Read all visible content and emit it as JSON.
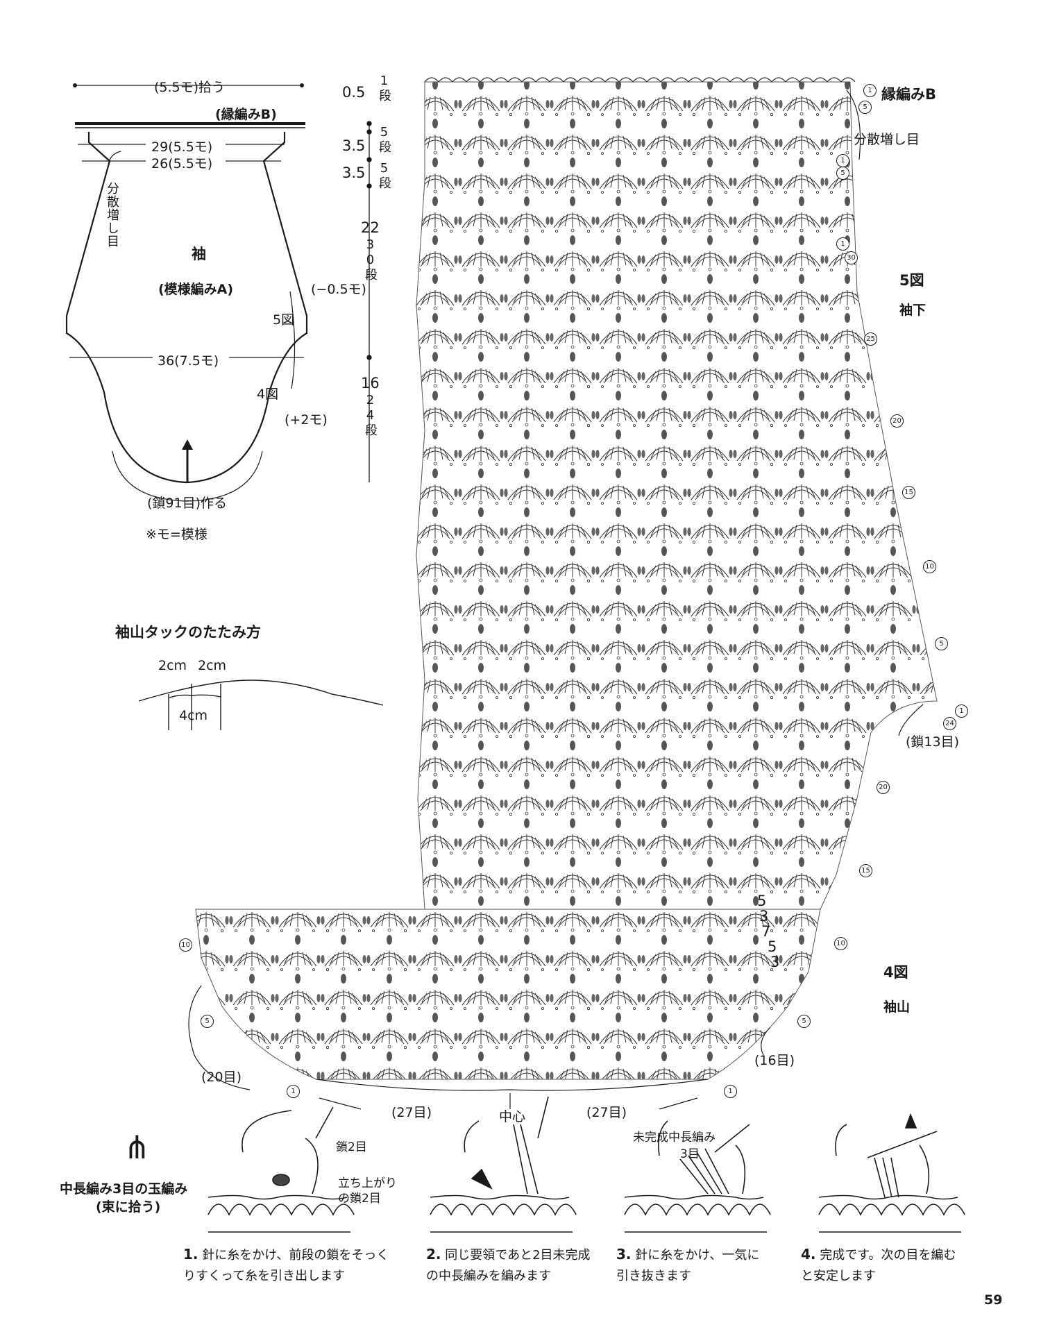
{
  "schematic": {
    "top_pickup": "(5.5モ)拾う",
    "border_label": "(縁編みB)",
    "width_top": "29(5.5モ)",
    "width_second": "26(5.5モ)",
    "increase_label": "分散増し目",
    "piece_title": "袖",
    "piece_pattern": "(模様編みA)",
    "fig5_ref": "5図",
    "decrease_side": "(−0.5モ)",
    "width_mid": "36(7.5モ)",
    "fig4_ref": "4図",
    "increase_side": "(+2モ)",
    "chain_start": "(鎖91目)作る",
    "footnote": "※モ=模様"
  },
  "measurements": [
    {
      "cm": "0.5",
      "rows": "1段"
    },
    {
      "cm": "3.5",
      "rows": "5段"
    },
    {
      "cm": "3.5",
      "rows": "5段"
    },
    {
      "cm": "22",
      "rows": "30段"
    },
    {
      "cm": "16",
      "rows": "24段"
    }
  ],
  "tuck": {
    "title": "袖山タックのたたみ方",
    "left": "2cm",
    "right": "2cm",
    "bottom": "4cm"
  },
  "chart": {
    "border_b": "縁編みB",
    "increase": "分散増し目",
    "fig5_title": "5図",
    "fig5_sub": "袖下",
    "fig4_title": "4図",
    "fig4_sub": "袖山",
    "chain13": "(鎖13目)",
    "stitch20": "(20目)",
    "stitch16": "(16目)",
    "stitch27_left": "(27目)",
    "center": "中心",
    "stitch27_right": "(27目)",
    "side_numbers": [
      "5",
      "3",
      "7",
      "5",
      "3"
    ],
    "row_markers_right": [
      "1",
      "5",
      "1",
      "5",
      "1",
      "30",
      "25",
      "20",
      "15",
      "10",
      "5",
      "1",
      "24",
      "20",
      "15",
      "10",
      "5",
      "1"
    ],
    "row_markers_left": [
      "10",
      "5",
      "1"
    ]
  },
  "technique": {
    "symbol": "⋔",
    "title_line1": "中長編み3目の玉編み",
    "title_line2": "(束に拾う)",
    "step1_labels": [
      "鎖2目",
      "立ち上がり",
      "の鎖2目"
    ],
    "step3_labels": [
      "未完成中長編み",
      "3目"
    ],
    "steps": [
      {
        "num": "1.",
        "text": "針に糸をかけ、前段の鎖をそっくりすくって糸を引き出します"
      },
      {
        "num": "2.",
        "text": "同じ要領であと2目未完成の中長編みを編みます"
      },
      {
        "num": "3.",
        "text": "針に糸をかけ、一気に引き抜きます"
      },
      {
        "num": "4.",
        "text": "完成です。次の目を編むと安定します"
      }
    ]
  },
  "page_number": "59"
}
